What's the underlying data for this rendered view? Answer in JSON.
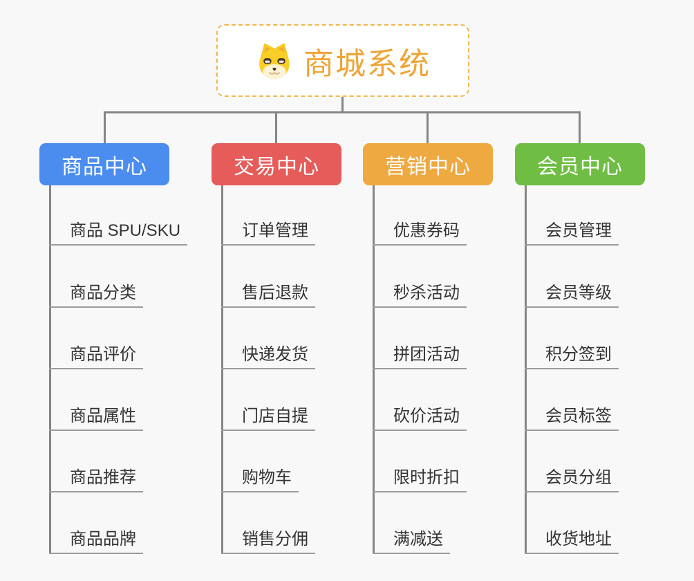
{
  "canvas": {
    "background": "#F8F8F8",
    "connector_color": "#858585",
    "underline_color": "#9B9B9B"
  },
  "root": {
    "title": "商城系统",
    "icon": "dog-face-icon",
    "text_color": "#F0A435",
    "border_color": "#F3B44D"
  },
  "branches": [
    {
      "label": "商品中心",
      "color": "#4B8DEE",
      "items": [
        "商品 SPU/SKU",
        "商品分类",
        "商品评价",
        "商品属性",
        "商品推荐",
        "商品品牌"
      ]
    },
    {
      "label": "交易中心",
      "color": "#E55C5A",
      "items": [
        "订单管理",
        "售后退款",
        "快递发货",
        "门店自提",
        "购物车",
        "销售分佣"
      ]
    },
    {
      "label": "营销中心",
      "color": "#EEA940",
      "items": [
        "优惠券码",
        "秒杀活动",
        "拼团活动",
        "砍价活动",
        "限时折扣",
        "满减送"
      ]
    },
    {
      "label": "会员中心",
      "color": "#6FBE43",
      "items": [
        "会员管理",
        "会员等级",
        "积分签到",
        "会员标签",
        "会员分组",
        "收货地址"
      ]
    }
  ]
}
